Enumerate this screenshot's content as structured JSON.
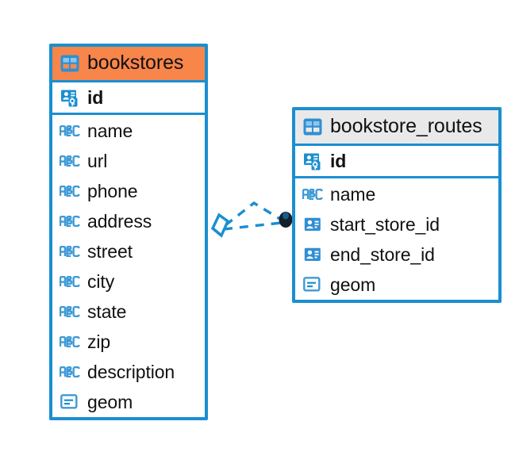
{
  "diagram": {
    "type": "entity-relationship-diagram",
    "background_color": "#ffffff",
    "accent_color": "#1a8fd1",
    "highlight_color": "#f8854a",
    "header_gray": "#e9e9e9"
  },
  "entities": [
    {
      "name": "bookstores",
      "header_icon": "table-icon",
      "header_style": "orange",
      "primary_key": {
        "label": "id",
        "icon": "primary-key-icon",
        "type": "key"
      },
      "fields": [
        {
          "label": "name",
          "icon": "text-abc-icon",
          "type": "text"
        },
        {
          "label": "url",
          "icon": "text-abc-icon",
          "type": "text"
        },
        {
          "label": "phone",
          "icon": "text-abc-icon",
          "type": "text"
        },
        {
          "label": "address",
          "icon": "text-abc-icon",
          "type": "text"
        },
        {
          "label": "street",
          "icon": "text-abc-icon",
          "type": "text"
        },
        {
          "label": "city",
          "icon": "text-abc-icon",
          "type": "text"
        },
        {
          "label": "state",
          "icon": "text-abc-icon",
          "type": "text"
        },
        {
          "label": "zip",
          "icon": "text-abc-icon",
          "type": "text"
        },
        {
          "label": "description",
          "icon": "text-abc-icon",
          "type": "text"
        },
        {
          "label": "geom",
          "icon": "geometry-icon",
          "type": "geometry"
        }
      ]
    },
    {
      "name": "bookstore_routes",
      "header_icon": "table-icon",
      "header_style": "gray",
      "primary_key": {
        "label": "id",
        "icon": "primary-key-icon",
        "type": "key"
      },
      "fields": [
        {
          "label": "name",
          "icon": "text-abc-icon",
          "type": "text"
        },
        {
          "label": "start_store_id",
          "icon": "foreign-key-icon",
          "type": "reference"
        },
        {
          "label": "end_store_id",
          "icon": "foreign-key-icon",
          "type": "reference"
        },
        {
          "label": "geom",
          "icon": "geometry-icon",
          "type": "geometry"
        }
      ]
    }
  ],
  "relationship": {
    "from_entity": "bookstores",
    "to_entity": "bookstore_routes",
    "line_style": "dashed",
    "line_color": "#1a8fd1",
    "source_marker": "crows-foot-diamond",
    "target_marker": "filled-circle",
    "target_marker_color": "#141f2e"
  }
}
